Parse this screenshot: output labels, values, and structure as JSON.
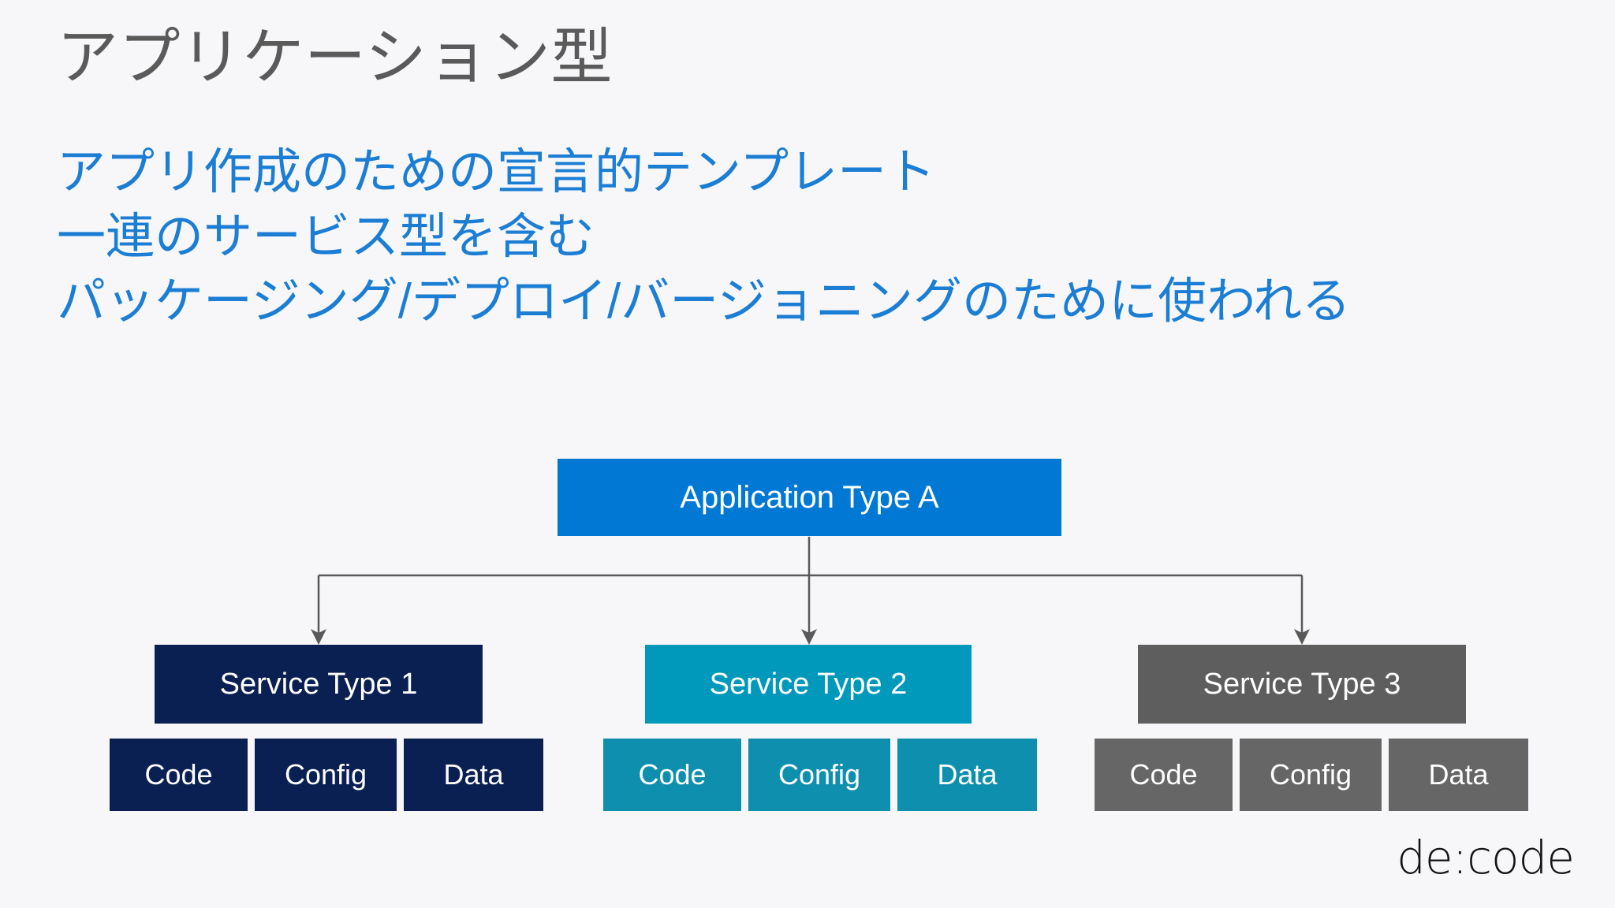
{
  "slide": {
    "title": "アプリケーション型",
    "subtitle_lines": [
      "アプリ作成のための宣言的テンプレート",
      "一連のサービス型を含む",
      "パッケージング/デプロイ/バージョニングのために使われる"
    ],
    "background_color": "#f7f7f9",
    "title_color": "#5a5a5a",
    "subtitle_color": "#1b7ed4"
  },
  "diagram": {
    "root": {
      "label": "Application Type A",
      "color": "#0078d4"
    },
    "connector_color": "#595959",
    "branches": [
      {
        "label": "Service Type 1",
        "color": "#0b2052",
        "leaf_color": "#0b2052",
        "leaves": [
          "Code",
          "Config",
          "Data"
        ]
      },
      {
        "label": "Service Type 2",
        "color": "#0099bc",
        "leaf_color": "#0f8fae",
        "leaves": [
          "Code",
          "Config",
          "Data"
        ]
      },
      {
        "label": "Service Type 3",
        "color": "#5e5e5e",
        "leaf_color": "#666666",
        "leaves": [
          "Code",
          "Config",
          "Data"
        ]
      }
    ]
  },
  "footer": {
    "logo_text": "de:code"
  }
}
